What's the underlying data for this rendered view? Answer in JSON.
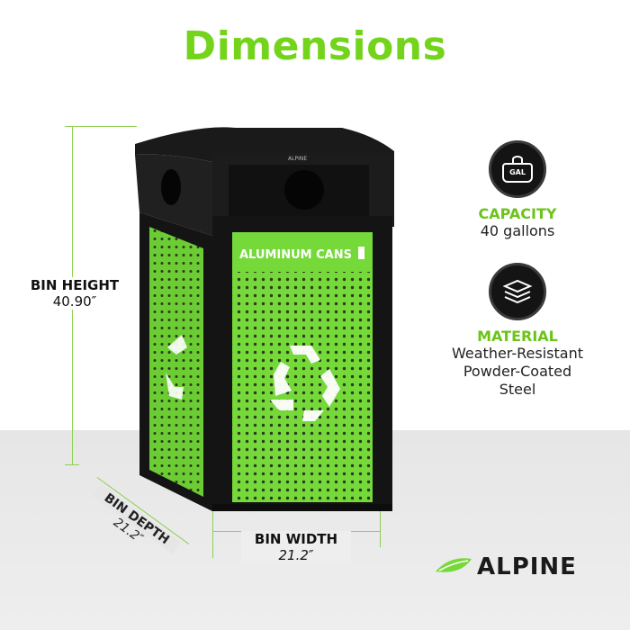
{
  "title": "Dimensions",
  "dimensions": {
    "height": {
      "label": "BIN HEIGHT",
      "value": "40.90″"
    },
    "depth": {
      "label": "BIN DEPTH",
      "value": "21.2″"
    },
    "width": {
      "label": "BIN WIDTH",
      "value": "21.2″"
    }
  },
  "bin": {
    "panel_label": "ALUMINUM CANS",
    "lid_brand": "ALPINE",
    "body_color": "#76d93a",
    "frame_color": "#151515"
  },
  "features": [
    {
      "icon": "gallon-weight-icon",
      "icon_text": "GAL",
      "label": "CAPACITY",
      "value": "40 gallons"
    },
    {
      "icon": "layers-material-icon",
      "label": "MATERIAL",
      "value_lines": [
        "Weather-Resistant",
        "Powder-Coated",
        "Steel"
      ]
    }
  ],
  "brand": {
    "name": "ALPINE",
    "accent": "#76d93a"
  }
}
